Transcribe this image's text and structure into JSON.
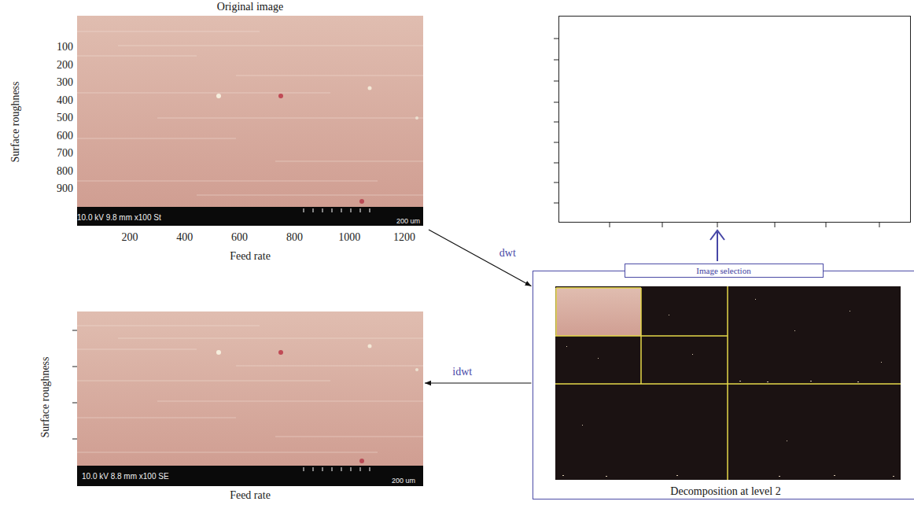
{
  "diagram": {
    "nodes": [
      {
        "text": [
          "Original image",
          "10.0 kV 9.8 mm x100 St",
          "200 um"
        ]
      },
      {
        "text": [
          "Decomposition at level 2"
        ]
      },
      {
        "text": [
          "Image selection"
        ],
        "in": 1
      },
      {
        "text": [
          "10.0 kV 8.8 mm x100 SE",
          "200 um"
        ]
      }
    ],
    "edges": [
      {
        "from": 0,
        "to": 1,
        "label": "dwt",
        "arrow": "to"
      },
      {
        "from": 1,
        "to": 3,
        "label": "idwt",
        "arrow": "to"
      }
    ],
    "labels": [
      "100",
      "200",
      "300",
      "400",
      "500",
      "600",
      "700",
      "800",
      "900",
      "200",
      "400",
      "600",
      "800",
      "1000",
      "1200",
      "Surface roughness",
      "Feed rate",
      "Surface roughness",
      "Feed rate"
    ]
  }
}
